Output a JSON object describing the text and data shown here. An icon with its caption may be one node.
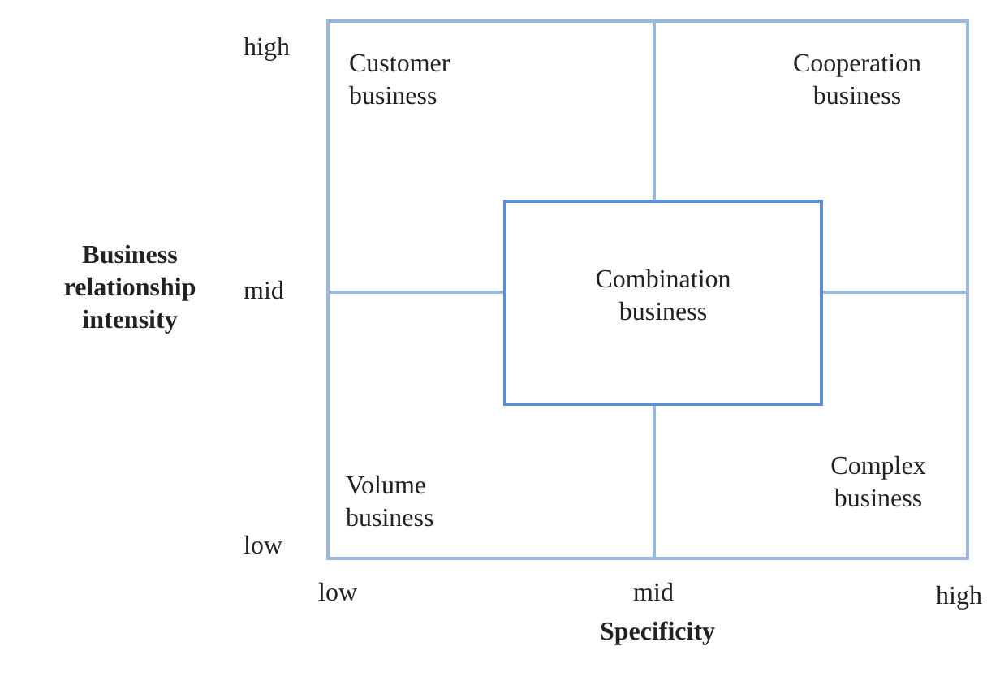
{
  "diagram": {
    "nodes": [
      {
        "text": [],
        "shape": "box"
      },
      {
        "text": [
          "Customer business"
        ],
        "in": 0
      },
      {
        "text": [
          "Cooperation business"
        ],
        "in": 0
      },
      {
        "text": [
          "Combination business"
        ],
        "in": 0
      },
      {
        "text": [
          "Volume business"
        ],
        "in": 0
      },
      {
        "text": [
          "Complex business"
        ],
        "in": 0
      }
    ],
    "edges": [],
    "labels": [
      "high",
      "Business relationship intensity",
      "mid",
      "low",
      "low",
      "mid",
      "high",
      "Specificity"
    ]
  }
}
